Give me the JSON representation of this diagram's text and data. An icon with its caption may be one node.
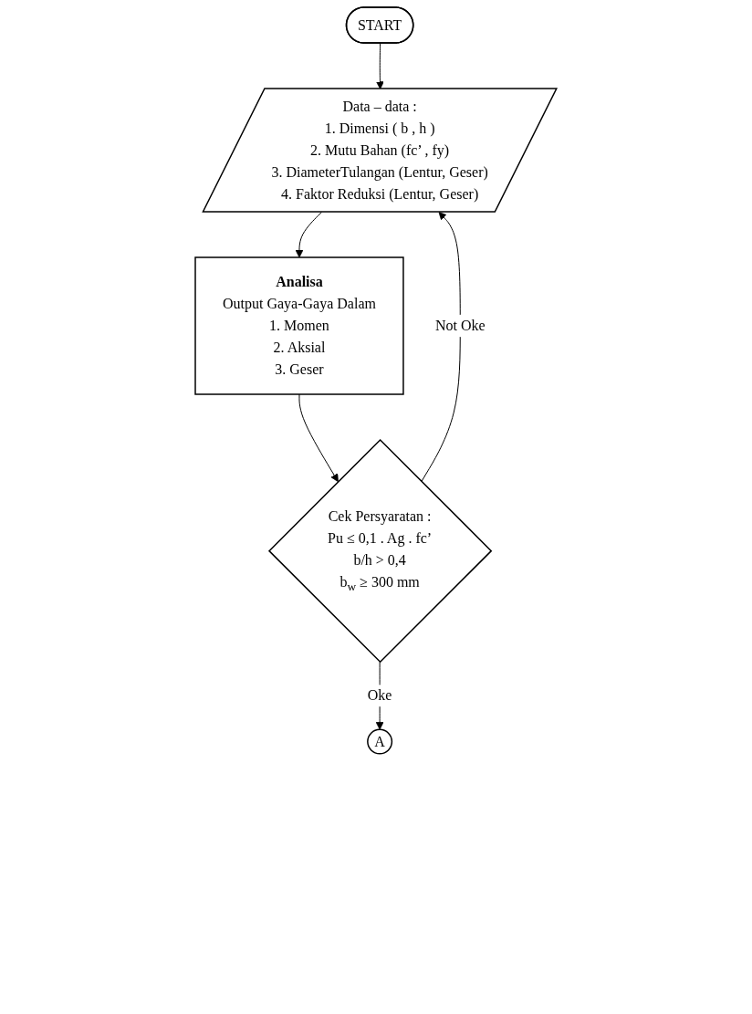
{
  "diagram": {
    "nodes": [
      {
        "text": [
          "START"
        ]
      },
      {
        "text": [
          "Data – data :",
          "1. Dimensi ( b , h )",
          "2. Mutu Bahan (fc’ , fy)",
          "3. DiameterTulangan (Lentur, Geser)",
          "4. Faktor Reduksi (Lentur, Geser)"
        ]
      },
      {
        "text": [
          "Analisa",
          "Output Gaya-Gaya Dalam",
          "1. Momen",
          "2. Aksial",
          "3. Geser"
        ]
      },
      {
        "text": [
          "Cek Persyaratan :",
          "Pu ≤ 0,1 . Ag . fc’",
          "b/h > 0,4",
          "b$_{w}$ ≥ 300 mm"
        ]
      },
      {
        "text": [
          "A"
        ]
      }
    ],
    "edges": [
      {
        "from": 0,
        "to": 1,
        "arrow": "to"
      },
      {
        "from": 1,
        "to": 2,
        "arrow": "to"
      },
      {
        "from": 2,
        "to": 3,
        "arrow": "to"
      },
      {
        "from": 3,
        "to": 1,
        "arrow": "to",
        "label": "Not Oke"
      },
      {
        "from": 3,
        "to": 4,
        "arrow": "to",
        "label": "Oke"
      }
    ]
  }
}
